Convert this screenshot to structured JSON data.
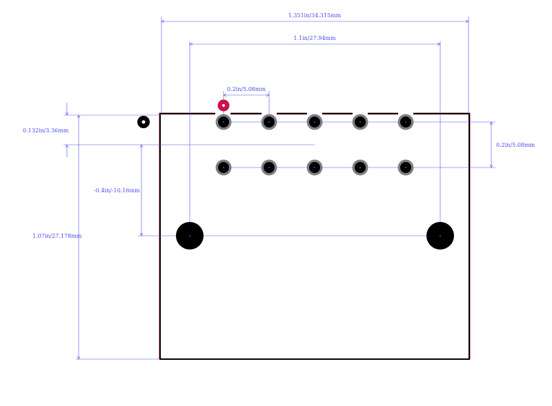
{
  "colors": {
    "background": "#ffffff",
    "outline": "#000000",
    "outline_accent": "#cc1144",
    "dimension": "#4a4af0",
    "pad_ring": "#808080",
    "pad_fill": "#000000",
    "pin1_marker": "#cc1144",
    "hole_dot": "#1a1aff"
  },
  "dimensions": {
    "overall_width": "1.351in/34.315mm",
    "mount_spacing": "1.1in/27.94mm",
    "pin_pitch": "0.2in/5.08mm",
    "row_pitch": "0.2in/5.08mm",
    "top_offset": "0.132in/3.36mm",
    "mount_offset": "-0.4in/-10.16mm",
    "overall_height": "1.07in/27.178mm"
  },
  "pads": {
    "top_row_count": 5,
    "bottom_row_count": 5,
    "mount_holes": 2
  }
}
